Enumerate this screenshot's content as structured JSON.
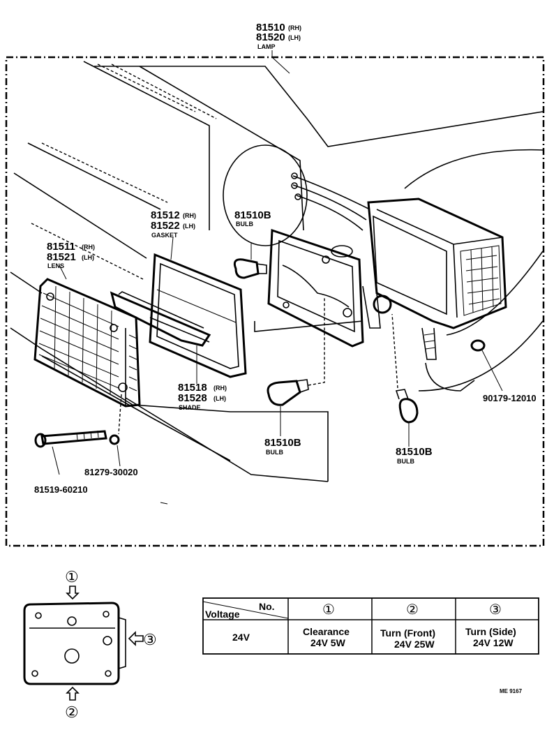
{
  "lamp": {
    "part_rh": "81510",
    "rh": "(RH)",
    "part_lh": "81520",
    "lh": "(LH)",
    "name": "LAMP"
  },
  "gasket": {
    "part_rh": "81512",
    "rh": "(RH)",
    "part_lh": "81522",
    "lh": "(LH)",
    "name": "GASKET"
  },
  "lens": {
    "part_rh": "81511",
    "rh": "(RH)",
    "part_lh": "81521",
    "lh": "(LH)",
    "name": "LENS"
  },
  "shade": {
    "part_rh": "81518",
    "rh": "(RH)",
    "part_lh": "81528",
    "lh": "(LH)",
    "name": "SHADE"
  },
  "bulb_top": {
    "part": "81510B",
    "name": "BULB"
  },
  "bulb_center": {
    "part": "81510B",
    "name": "BULB"
  },
  "bulb_right": {
    "part": "81510B",
    "name": "BULB"
  },
  "clip": {
    "part": "90179-12010"
  },
  "nut": {
    "part": "81279-30020"
  },
  "screw": {
    "part": "81519-60210"
  },
  "markers": {
    "m1": "①",
    "m2": "②",
    "m3": "③"
  },
  "table": {
    "header_no": "No.",
    "header_voltage": "Voltage",
    "col1": "①",
    "col2": "②",
    "col3": "③",
    "voltage": "24V",
    "c1_line1": "Clearance",
    "c1_line2": "24V 5W",
    "c2_line1": "Turn (Front)",
    "c2_line2": "24V  25W",
    "c3_line1": "Turn (Side)",
    "c3_line2": "24V  12W"
  },
  "drawing_code": "ME 9167"
}
